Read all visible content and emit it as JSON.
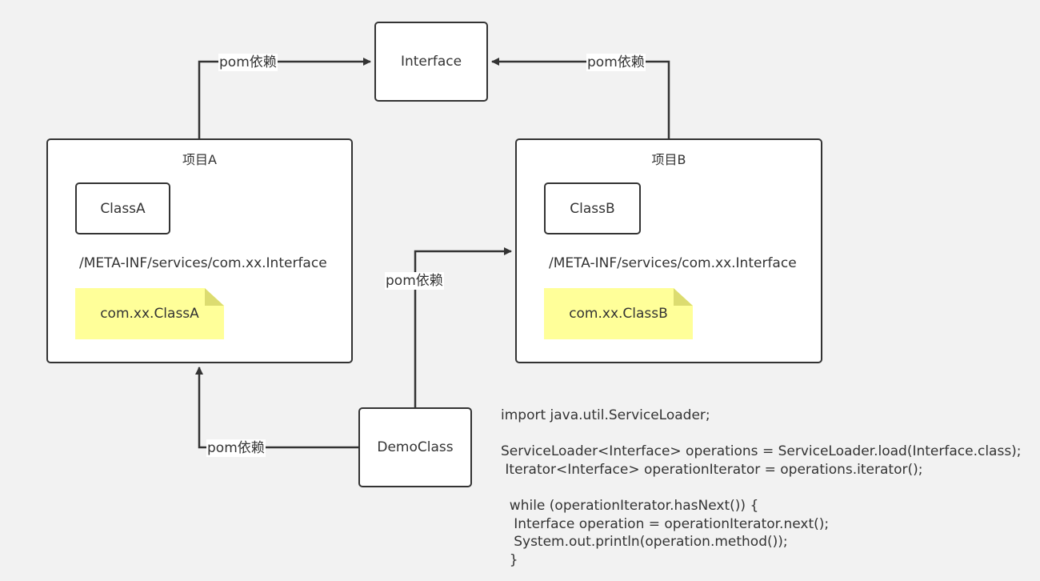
{
  "nodes": {
    "interface": "Interface",
    "project_a": {
      "title": "项目A",
      "class_label": "ClassA",
      "service_path": "/META-INF/services/com.xx.Interface",
      "note": "com.xx.ClassA"
    },
    "project_b": {
      "title": "项目B",
      "class_label": "ClassB",
      "service_path": "/META-INF/services/com.xx.Interface",
      "note": "com.xx.ClassB"
    },
    "demo_class": "DemoClass"
  },
  "edges": {
    "a_to_interface": "pom依赖",
    "b_to_interface": "pom依赖",
    "demo_to_b": "pom依赖",
    "demo_to_a": "pom依赖"
  },
  "code_lines": [
    "import java.util.ServiceLoader;",
    "",
    "ServiceLoader<Interface> operations = ServiceLoader.load(Interface.class);",
    " Iterator<Interface> operationIterator = operations.iterator();",
    "",
    "  while (operationIterator.hasNext()) {",
    "   Interface operation = operationIterator.next();",
    "   System.out.println(operation.method());",
    "  }"
  ],
  "colors": {
    "background": "#f2f2f2",
    "box_fill": "#ffffff",
    "stroke": "#333333",
    "note_fill": "#ffff99"
  }
}
